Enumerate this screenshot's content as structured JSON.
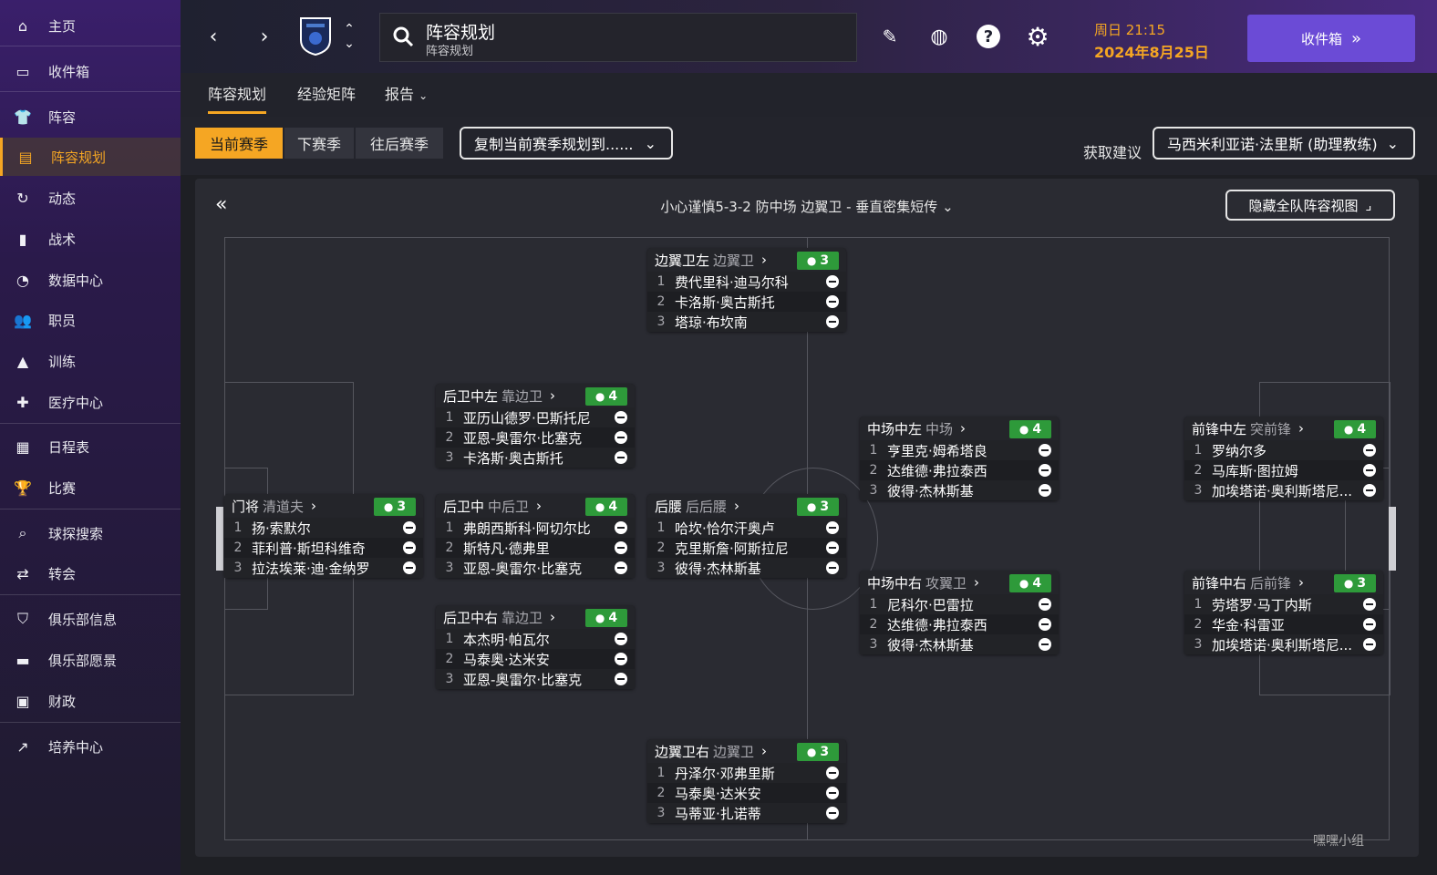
{
  "sidebar": {
    "items": [
      {
        "label": "主页",
        "icon": "home-icon"
      },
      {
        "label": "收件箱",
        "icon": "inbox-icon"
      },
      {
        "label": "阵容",
        "icon": "shirt-icon"
      },
      {
        "label": "阵容规划",
        "icon": "clipboard-icon"
      },
      {
        "label": "动态",
        "icon": "refresh-icon"
      },
      {
        "label": "战术",
        "icon": "tactics-icon"
      },
      {
        "label": "数据中心",
        "icon": "data-icon"
      },
      {
        "label": "职员",
        "icon": "staff-icon"
      },
      {
        "label": "训练",
        "icon": "training-icon"
      },
      {
        "label": "医疗中心",
        "icon": "medical-icon"
      },
      {
        "label": "日程表",
        "icon": "calendar-icon"
      },
      {
        "label": "比赛",
        "icon": "trophy-icon"
      },
      {
        "label": "球探搜索",
        "icon": "search-icon"
      },
      {
        "label": "转会",
        "icon": "transfer-icon"
      },
      {
        "label": "俱乐部信息",
        "icon": "shield-icon"
      },
      {
        "label": "俱乐部愿景",
        "icon": "briefcase-icon"
      },
      {
        "label": "财政",
        "icon": "money-icon"
      },
      {
        "label": "培养中心",
        "icon": "growth-icon"
      }
    ]
  },
  "topbar": {
    "title": "阵容规划",
    "subtitle": "阵容规划",
    "day_time": "周日 21:15",
    "date": "2024年8月25日",
    "inbox_label": "收件箱"
  },
  "tabs": [
    {
      "label": "阵容规划"
    },
    {
      "label": "经验矩阵"
    },
    {
      "label": "报告"
    }
  ],
  "season_bar": {
    "segments": [
      "当前赛季",
      "下赛季",
      "往后赛季"
    ],
    "copy_dropdown": "复制当前赛季规划到......",
    "advice_label": "获取建议",
    "advisor": "马西米利亚诺·法里斯 (助理教练)"
  },
  "panel": {
    "formation": "小心谨慎5-3-2 防中场 边翼卫 - 垂直密集短传",
    "hide_button": "隐藏全队阵容视图"
  },
  "positions": [
    {
      "id": "gk",
      "pos": "门将",
      "role": "清道夫",
      "count": "3",
      "players": [
        "扬·索默尔",
        "菲利普·斯坦科维奇",
        "拉法埃莱·迪·金纳罗"
      ]
    },
    {
      "id": "wbl",
      "pos": "边翼卫左",
      "role": "边翼卫",
      "count": "3",
      "players": [
        "费代里科·迪马尔科",
        "卡洛斯·奥古斯托",
        "塔琼·布坎南"
      ]
    },
    {
      "id": "dcl",
      "pos": "后卫中左",
      "role": "靠边卫",
      "count": "4",
      "players": [
        "亚历山德罗·巴斯托尼",
        "亚恩-奥雷尔·比塞克",
        "卡洛斯·奥古斯托"
      ]
    },
    {
      "id": "dc",
      "pos": "后卫中",
      "role": "中后卫",
      "count": "4",
      "players": [
        "弗朗西斯科·阿切尔比",
        "斯特凡·德弗里",
        "亚恩-奥雷尔·比塞克"
      ]
    },
    {
      "id": "dcr",
      "pos": "后卫中右",
      "role": "靠边卫",
      "count": "4",
      "players": [
        "本杰明·帕瓦尔",
        "马泰奥·达米安",
        "亚恩-奥雷尔·比塞克"
      ]
    },
    {
      "id": "dm",
      "pos": "后腰",
      "role": "后后腰",
      "count": "3",
      "players": [
        "哈坎·恰尔汗奥卢",
        "克里斯詹·阿斯拉尼",
        "彼得·杰林斯基"
      ]
    },
    {
      "id": "wbr",
      "pos": "边翼卫右",
      "role": "边翼卫",
      "count": "3",
      "players": [
        "丹泽尔·邓弗里斯",
        "马泰奥·达米安",
        "马蒂亚·扎诺蒂"
      ]
    },
    {
      "id": "mcl",
      "pos": "中场中左",
      "role": "中场",
      "count": "4",
      "players": [
        "亨里克·姆希塔良",
        "达维德·弗拉泰西",
        "彼得·杰林斯基"
      ]
    },
    {
      "id": "mcr",
      "pos": "中场中右",
      "role": "攻翼卫",
      "count": "4",
      "players": [
        "尼科尔·巴雷拉",
        "达维德·弗拉泰西",
        "彼得·杰林斯基"
      ]
    },
    {
      "id": "stl",
      "pos": "前锋中左",
      "role": "突前锋",
      "count": "4",
      "players": [
        "罗纳尔多",
        "马库斯·图拉姆",
        "加埃塔诺·奥利斯塔尼..."
      ]
    },
    {
      "id": "str",
      "pos": "前锋中右",
      "role": "后前锋",
      "count": "3",
      "players": [
        "劳塔罗·马丁内斯",
        "华金·科雷亚",
        "加埃塔诺·奥利斯塔尼..."
      ]
    }
  ],
  "watermark": "嘿嘿小组"
}
